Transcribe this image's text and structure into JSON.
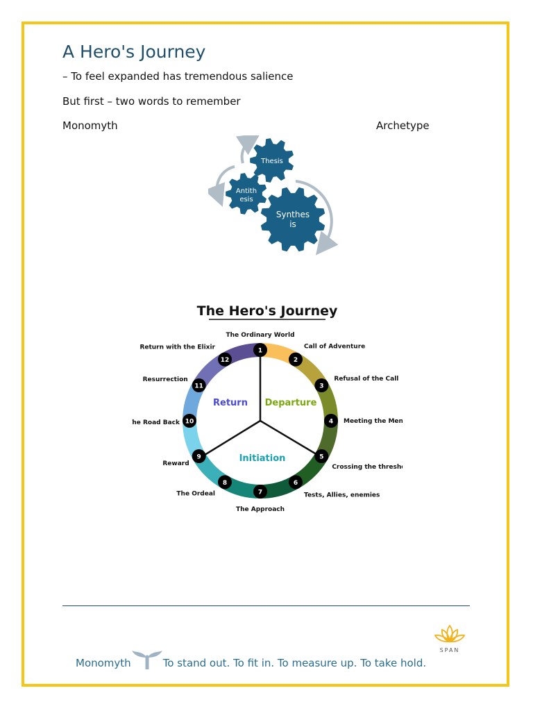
{
  "page": {
    "title": "A Hero's Journey",
    "line1": "– To feel expanded has tremendous salience",
    "line2": "But first – two words to remember",
    "word_left": "Monomyth",
    "word_right": "Archetype"
  },
  "gears": {
    "thesis": "Thesis",
    "antithesis_1": "Antith",
    "antithesis_2": "esis",
    "synthesis_1": "Synthes",
    "synthesis_2": "is",
    "color": "#1a5f85",
    "arrow_color": "#b0bcc6"
  },
  "journey": {
    "title": "The Hero's Journey",
    "sections": {
      "return": "Return",
      "departure": "Departure",
      "initiation": "Initiation"
    },
    "section_colors": {
      "return": "#4a4ad8",
      "departure": "#7aa80f",
      "initiation": "#1aa0b0"
    },
    "stages": [
      {
        "num": "1",
        "label": "The Ordinary World"
      },
      {
        "num": "2",
        "label": "Call of Adventure"
      },
      {
        "num": "3",
        "label": "Refusal of the Call"
      },
      {
        "num": "4",
        "label": "Meeting the Mentor"
      },
      {
        "num": "5",
        "label": "Crossing the threshold"
      },
      {
        "num": "6",
        "label": "Tests, Allies, enemies"
      },
      {
        "num": "7",
        "label": "The Approach"
      },
      {
        "num": "8",
        "label": "The Ordeal"
      },
      {
        "num": "9",
        "label": "Reward"
      },
      {
        "num": "10",
        "label": "The Road Back"
      },
      {
        "num": "11",
        "label": "Resurrection"
      },
      {
        "num": "12",
        "label": "Return with the Elixir"
      }
    ]
  },
  "footer": {
    "left": "Monomyth",
    "right": "To stand out. To fit in. To measure up. To take hold.",
    "logo_text": "SPAN",
    "logo_color": "#f2b21a",
    "sprout_icon": "sprout-icon"
  },
  "colors": {
    "frame": "#f5c518",
    "title": "#1f4e6b",
    "footer_text": "#2a6c8f"
  }
}
